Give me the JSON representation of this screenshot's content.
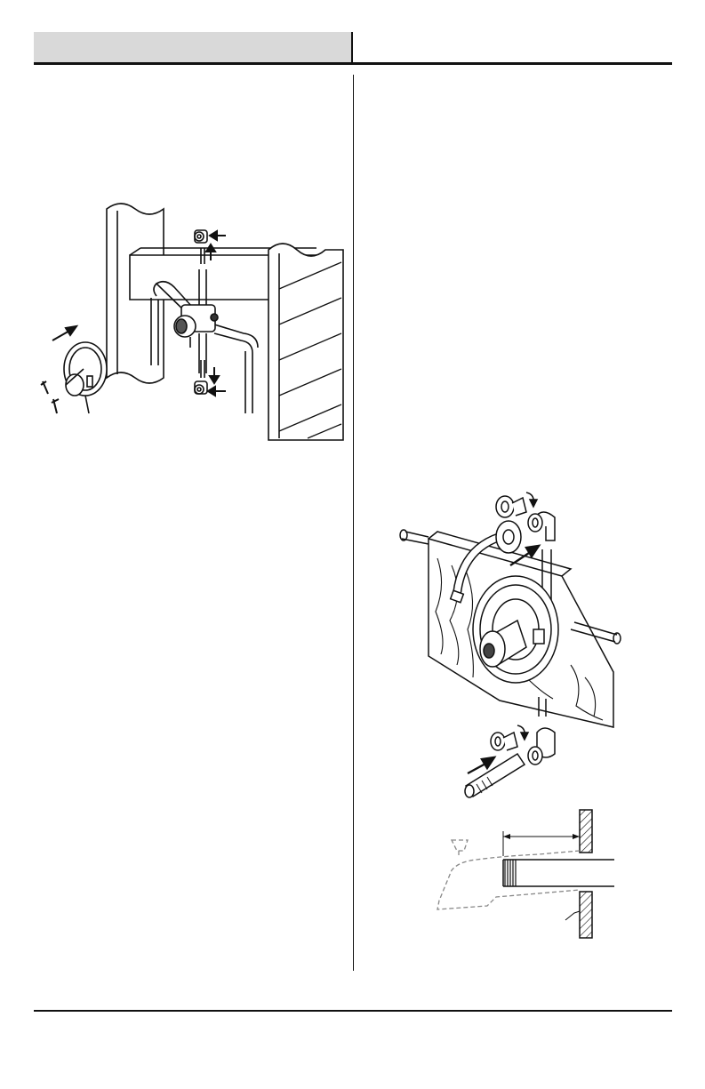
{
  "header": {
    "section_title": "",
    "subsection_title": ""
  },
  "illustrations": [
    {
      "id": "valve-body-install",
      "icon": "valve-assembly-icon"
    },
    {
      "id": "tub-spout-shower-arm-install",
      "icon": "trim-assembly-icon"
    },
    {
      "id": "spout-pipe-measurement",
      "icon": "measurement-diagram-icon"
    }
  ],
  "colors": {
    "header_band": "#d9d9d9",
    "line": "#111111",
    "dash": "#888888"
  }
}
